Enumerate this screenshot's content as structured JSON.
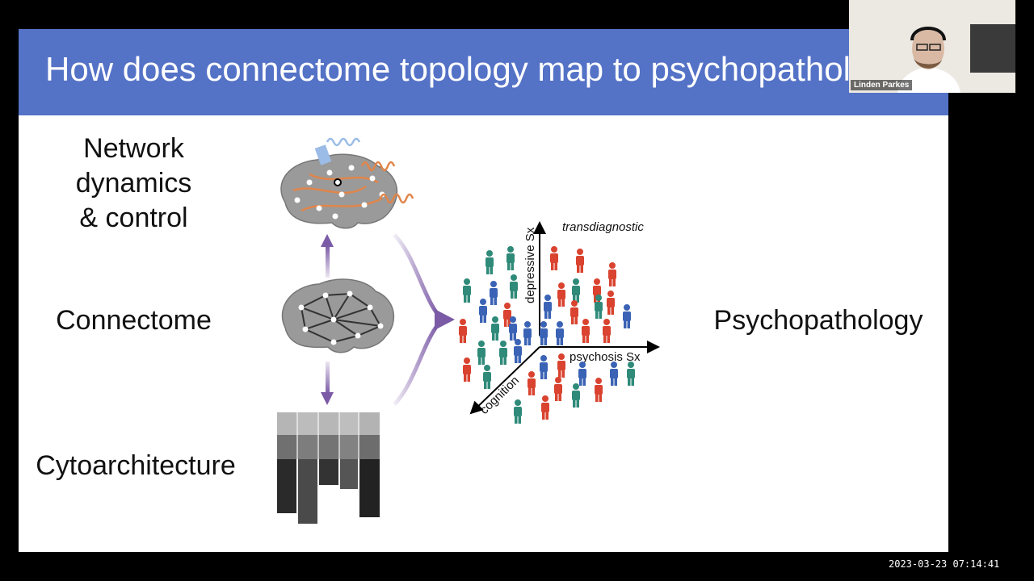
{
  "slide": {
    "title": "How does connectome topology map to psychopathology?",
    "labels": {
      "network": "Network dynamics & control",
      "connectome": "Connectome",
      "cytoarchitecture": "Cytoarchitecture",
      "psychopathology": "Psychopathology"
    },
    "axes": {
      "depressive": "depressive Sx",
      "psychosis": "psychosis Sx",
      "cognition": "cognition",
      "transdiagnostic": "transdiagnostic"
    },
    "colors": {
      "header": "#5472c6",
      "arrow": "#7b5aa6",
      "red": "#d9432f",
      "blue": "#3b63b5",
      "teal": "#2f8a79"
    }
  },
  "controls": [
    "prev-icon",
    "pen-icon",
    "cc-icon",
    "video-off-icon",
    "more-icon",
    "next-icon"
  ],
  "webcam": {
    "participant": "Linden Parkes"
  },
  "recording": {
    "timestamp": "2023-03-23  07:14:41"
  }
}
